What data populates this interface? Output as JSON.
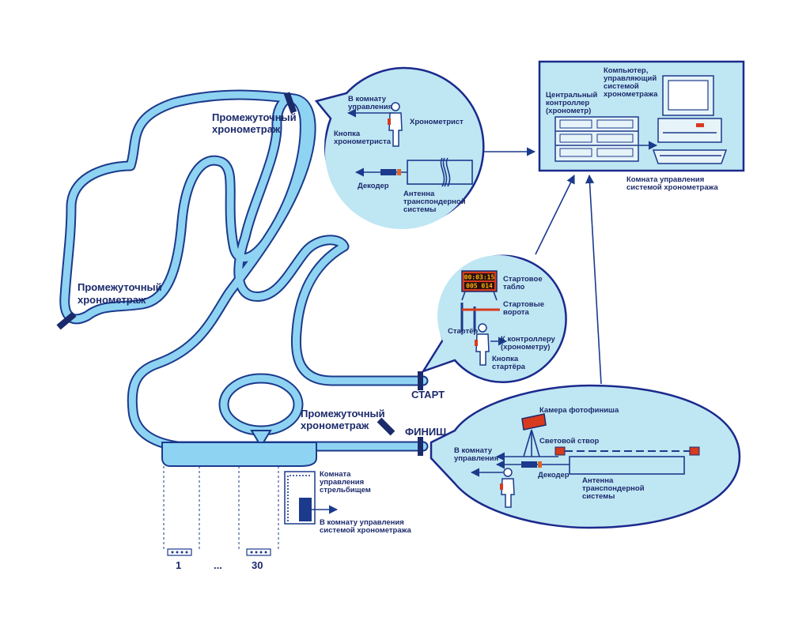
{
  "track": {
    "intermediate_1": [
      "Промежуточный",
      "хронометраж"
    ],
    "intermediate_2": [
      "Промежуточный",
      "хронометраж"
    ],
    "intermediate_3": [
      "Промежуточный",
      "хронометраж"
    ],
    "start": "СТАРТ",
    "finish": "ФИНИШ"
  },
  "bubble_intermediate": {
    "to_control_room": [
      "В комнату",
      "управления"
    ],
    "timekeeper": "Хронометрист",
    "timekeeper_button": [
      "Кнопка",
      "хронометриста"
    ],
    "decoder": "Декодер",
    "antenna": [
      "Антенна",
      "транспондерной",
      "системы"
    ]
  },
  "control_room": {
    "computer": [
      "Компьютер,",
      "управляющий",
      "системой",
      "хронометража"
    ],
    "central_controller": [
      "Центральный",
      "контроллер",
      "(хронометр)"
    ],
    "caption": [
      "Комната управления",
      "системой хронометража"
    ]
  },
  "bubble_start": {
    "scoreboard_line1": "00:03:15",
    "scoreboard_line2": "005 014",
    "scoreboard": [
      "Стартовое",
      "табло"
    ],
    "gate": [
      "Стартовые",
      "ворота"
    ],
    "starter": "Стартёр",
    "to_controller": [
      "К контроллеру",
      "(хронометру)"
    ],
    "starter_button": [
      "Кнопка",
      "стартёра"
    ]
  },
  "bubble_finish": {
    "camera": "Камера фотофиниша",
    "light_gate": "Световой створ",
    "to_control_room": [
      "В комнату",
      "управления"
    ],
    "decoder": "Декодер",
    "antenna": [
      "Антенна",
      "транспондерной",
      "системы"
    ]
  },
  "shooting": {
    "room": [
      "Комната",
      "управления",
      "стрельбищем"
    ],
    "to_timing_room": [
      "В комнату управления",
      "системой хронометража"
    ],
    "lane_first": "1",
    "lane_dots": "...",
    "lane_last": "30"
  }
}
